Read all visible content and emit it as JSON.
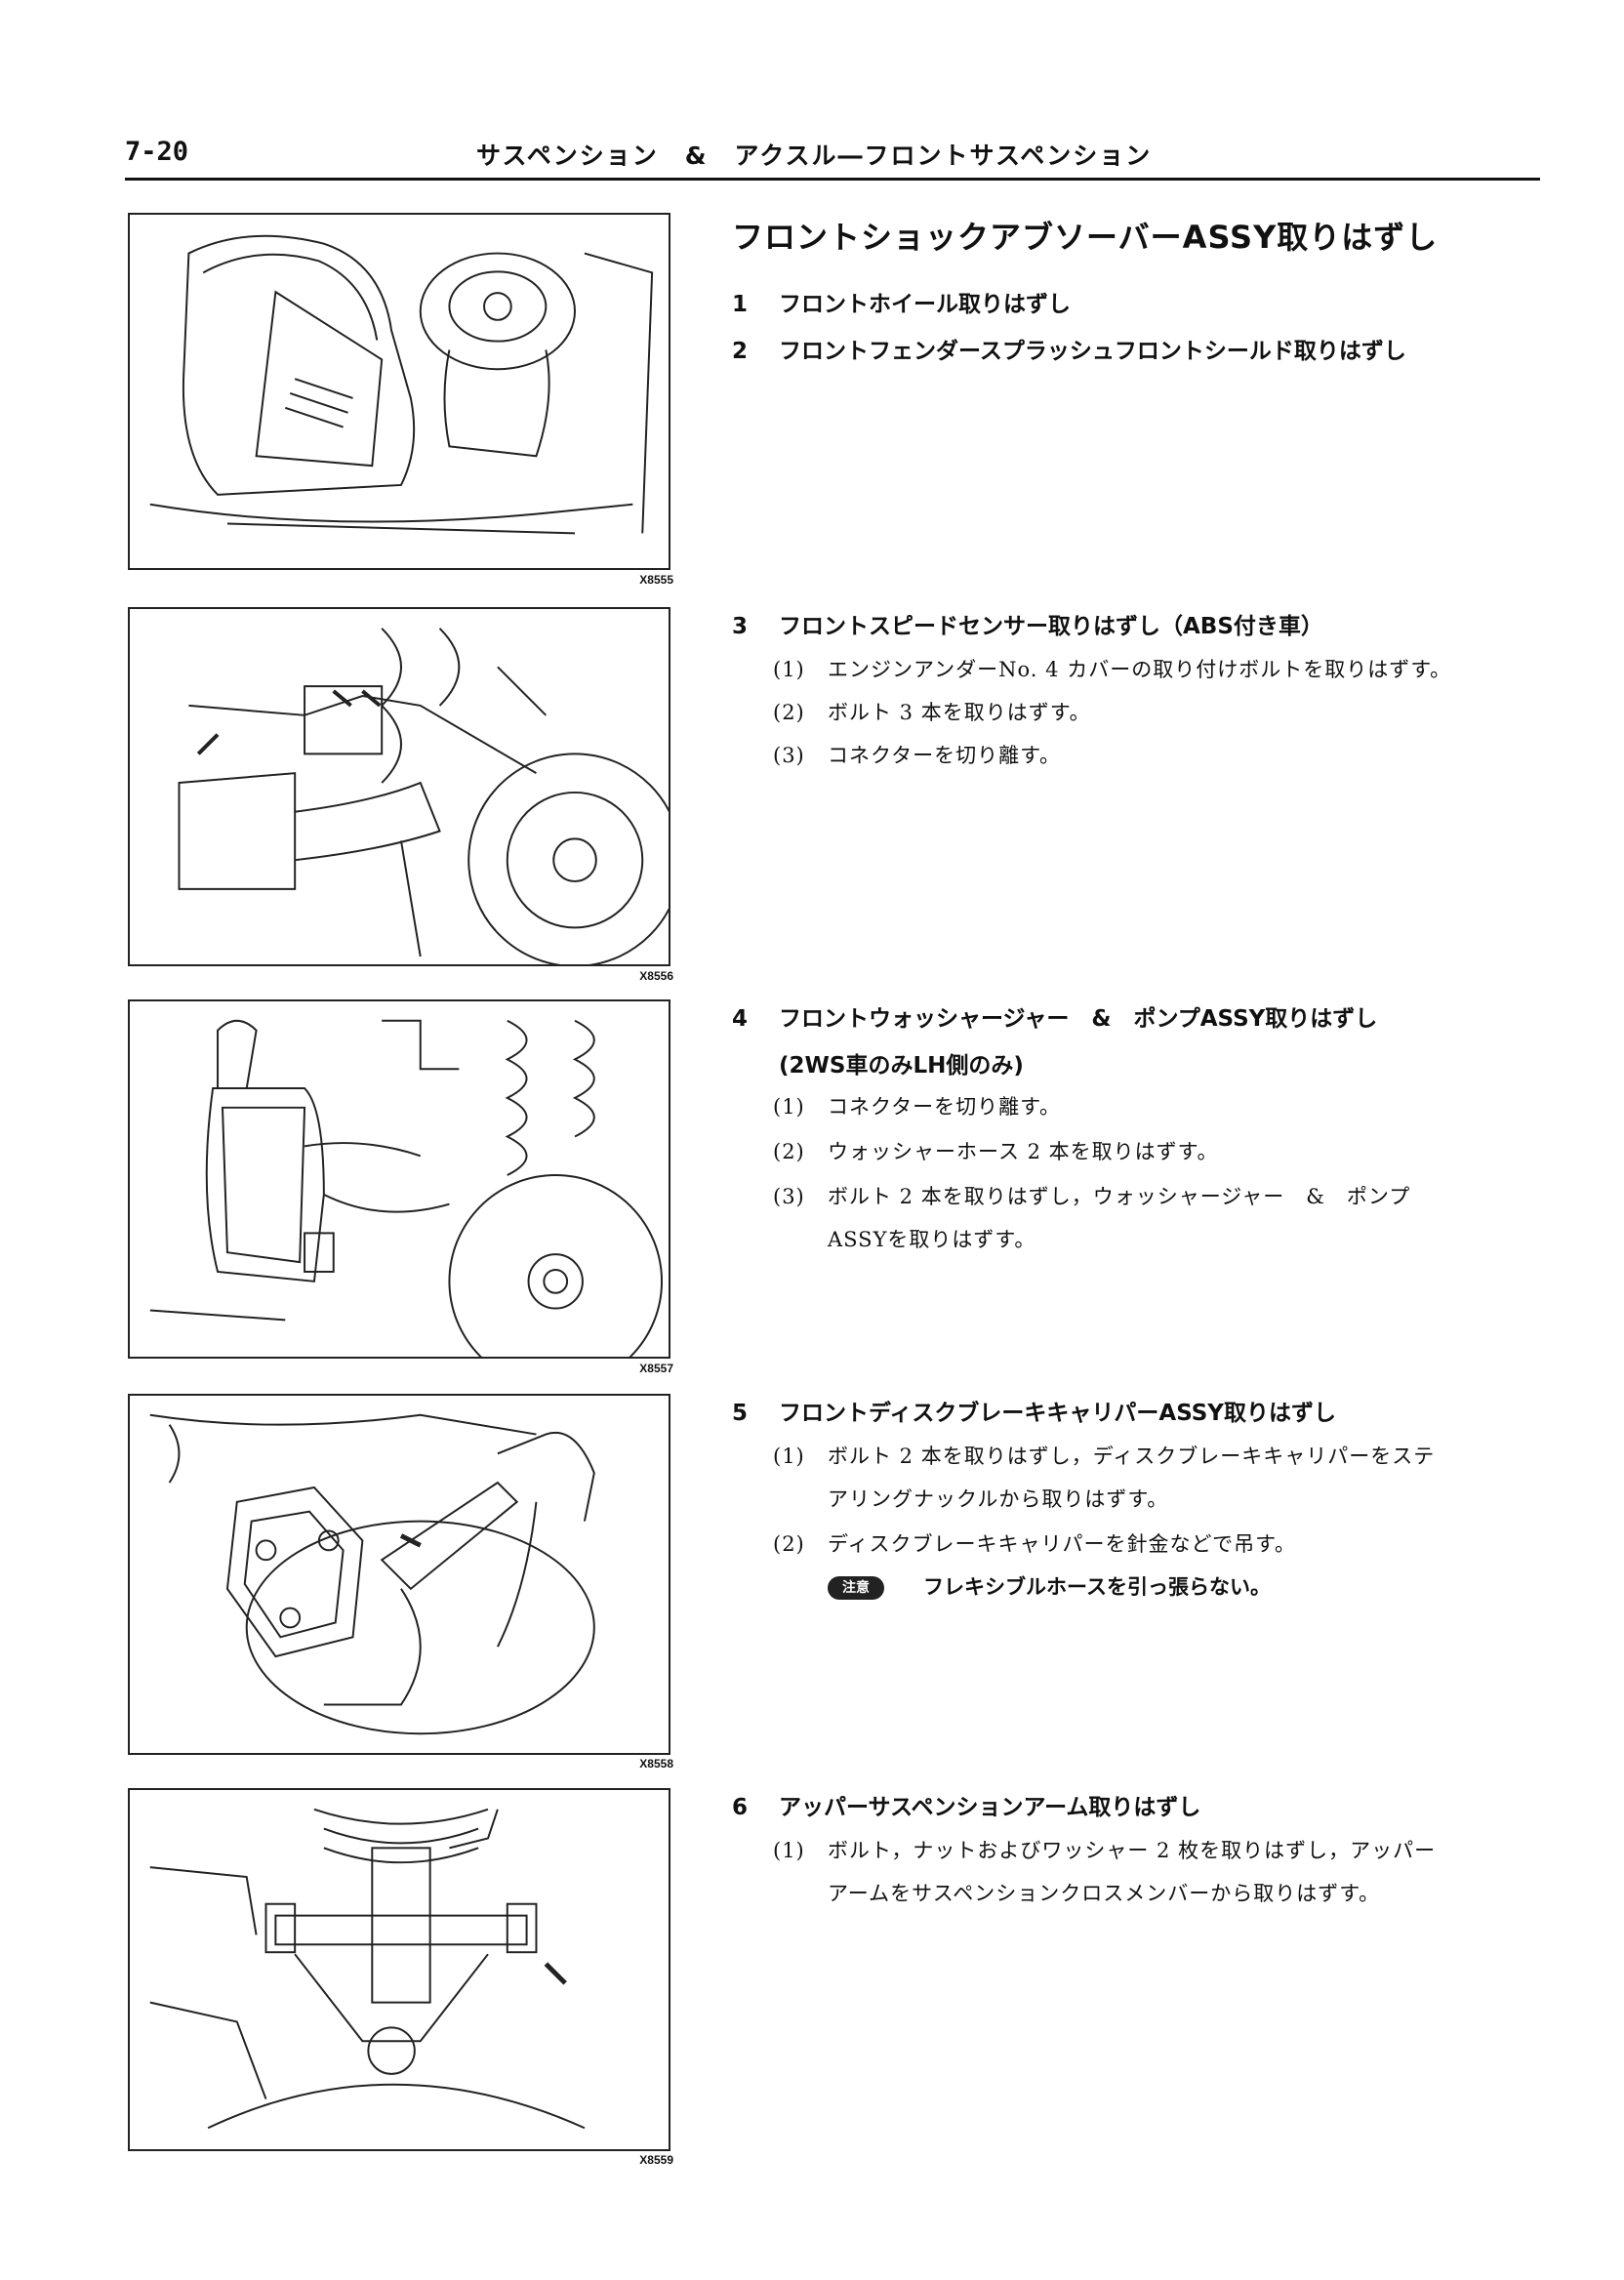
{
  "header": {
    "page_number": "7-20",
    "title": "サスペンション　&　アクスル―フロントサスペンション"
  },
  "section_title": "フロントショックアブソーバーASSY取りはずし",
  "figures": [
    {
      "code": "X8555",
      "icon": "fender-shield-illustration"
    },
    {
      "code": "X8556",
      "icon": "speed-sensor-illustration"
    },
    {
      "code": "X8557",
      "icon": "washer-jar-illustration"
    },
    {
      "code": "X8558",
      "icon": "brake-caliper-illustration"
    },
    {
      "code": "X8559",
      "icon": "upper-arm-illustration"
    }
  ],
  "steps": [
    {
      "num": "1",
      "title": "フロントホイール取りはずし"
    },
    {
      "num": "2",
      "title": "フロントフェンダースプラッシュフロントシールド取りはずし"
    },
    {
      "num": "3",
      "title": "フロントスピードセンサー取りはずし（ABS付き車）",
      "subs": [
        {
          "n": "(1)",
          "text": "エンジンアンダーNo. 4 カバーの取り付けボルトを取りはずす。"
        },
        {
          "n": "(2)",
          "text": "ボルト 3 本を取りはずす。"
        },
        {
          "n": "(3)",
          "text": "コネクターを切り離す。"
        }
      ]
    },
    {
      "num": "4",
      "title": "フロントウォッシャージャー　&　ポンプASSY取りはずし",
      "title2": "(2WS車のみLH側のみ)",
      "subs": [
        {
          "n": "(1)",
          "text": "コネクターを切り離す。"
        },
        {
          "n": "(2)",
          "text": "ウォッシャーホース 2 本を取りはずす。"
        },
        {
          "n": "(3)",
          "text": "ボルト 2 本を取りはずし，ウォッシャージャー　&　ポンプ",
          "cont": "ASSYを取りはずす。"
        }
      ]
    },
    {
      "num": "5",
      "title": "フロントディスクブレーキキャリパーASSY取りはずし",
      "subs": [
        {
          "n": "(1)",
          "text": "ボルト 2 本を取りはずし，ディスクブレーキキャリパーをステ",
          "cont": "アリングナックルから取りはずす。"
        },
        {
          "n": "(2)",
          "text": "ディスクブレーキキャリパーを針金などで吊す。"
        }
      ],
      "note": {
        "badge": "注意",
        "text": "フレキシブルホースを引っ張らない。"
      }
    },
    {
      "num": "6",
      "title": "アッパーサスペンションアーム取りはずし",
      "subs": [
        {
          "n": "(1)",
          "text": "ボルト，ナットおよびワッシャー 2 枚を取りはずし，アッパー",
          "cont": "アームをサスペンションクロスメンバーから取りはずす。"
        }
      ]
    }
  ]
}
